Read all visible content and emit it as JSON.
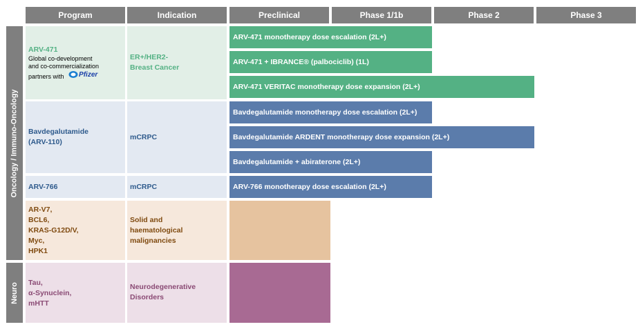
{
  "headers": {
    "program": "Program",
    "indication": "Indication",
    "preclinical": "Preclinical",
    "phase1": "Phase 1/1b",
    "phase2": "Phase 2",
    "phase3": "Phase 3"
  },
  "side_labels": {
    "oncology": "Oncology / Immuno-Oncology",
    "neuro": "Neuro"
  },
  "colors": {
    "header": "#7f7f7f",
    "green_bar": "#54b184",
    "blue_bar": "#5b7cab",
    "orange_box": "#e6c39f",
    "purple_box": "#a86a93"
  },
  "rows": {
    "arv471": {
      "program": "ARV-471",
      "partner_line1": "Global co-development",
      "partner_line2": "and co-commercialization",
      "partner_line3": "partners with",
      "partner_logo": "Pfizer",
      "indication_line1": "ER+/HER2-",
      "indication_line2": "Breast Cancer",
      "bars": [
        "ARV-471 monotherapy dose escalation (2L+)",
        "ARV-471 + IBRANCE® (palbociclib) (1L)",
        "ARV-471 VERITAC monotherapy dose expansion (2L+)"
      ]
    },
    "bavd": {
      "program_line1": "Bavdegalutamide",
      "program_line2": "(ARV-110)",
      "indication": "mCRPC",
      "bars": [
        "Bavdegalutamide monotherapy dose escalation (2L+)",
        "Bavdegalutamide ARDENT monotherapy dose expansion (2L+)",
        "Bavdegalutamide + abiraterone (2L+)"
      ]
    },
    "arv766": {
      "program": "ARV-766",
      "indication": "mCRPC",
      "bars": [
        "ARV-766 monotherapy dose escalation (2L+)"
      ]
    },
    "solid": {
      "programs": [
        "AR-V7,",
        "BCL6,",
        "KRAS-G12D/V,",
        "Myc,",
        "HPK1"
      ],
      "indication_lines": [
        "Solid and",
        "haematological",
        "malignancies"
      ]
    },
    "neuro": {
      "programs": [
        "Tau,",
        "α-Synuclein,",
        "mHTT"
      ],
      "indication_lines": [
        "Neurodegenerative",
        "Disorders"
      ]
    }
  }
}
